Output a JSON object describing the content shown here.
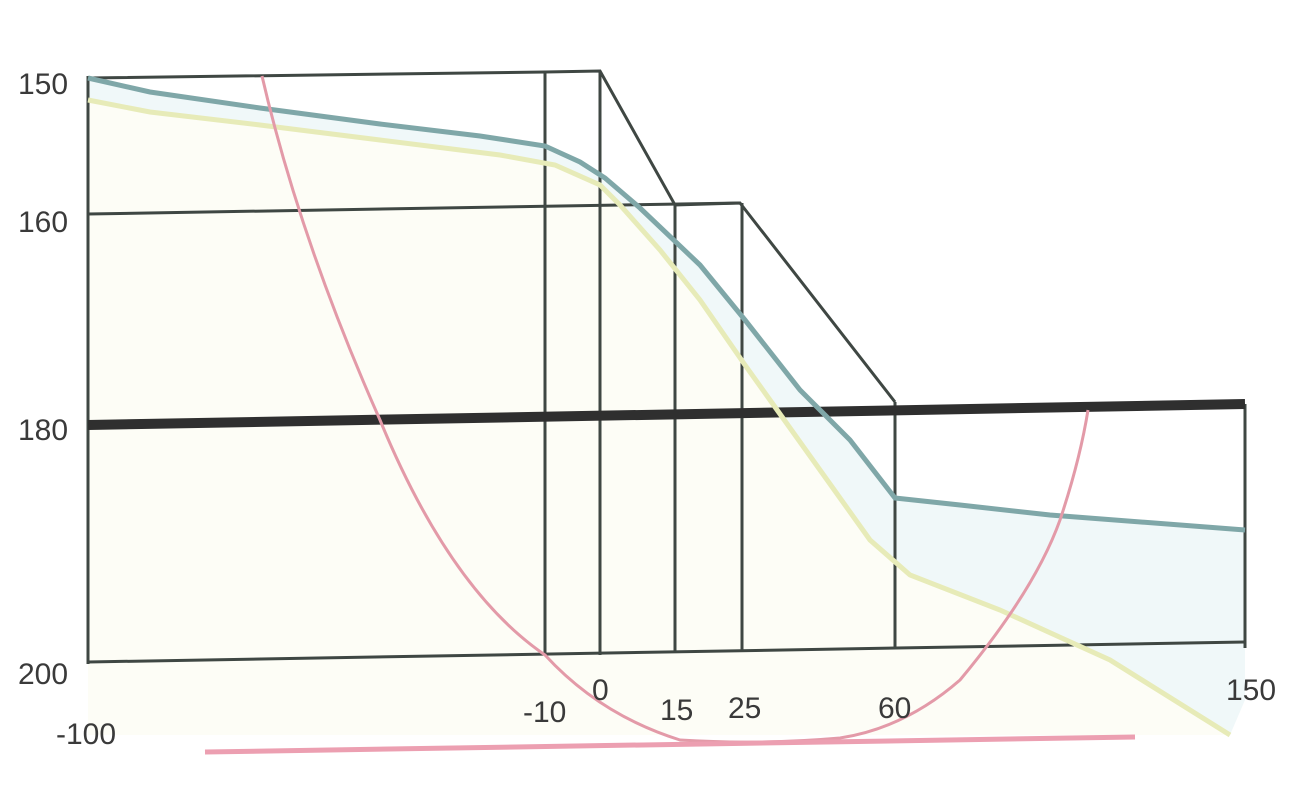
{
  "labels": {
    "y_150": "150",
    "y_160": "160",
    "y_180": "180",
    "y_200": "200",
    "x_neg100": "-100",
    "x_neg10": "-10",
    "x_0": "0",
    "x_15": "15",
    "x_25": "25",
    "x_60": "60",
    "x_150": "150"
  },
  "colors": {
    "frame": "#3f4743",
    "thick_line": "#2f2f2f",
    "blue_curve": "#7fa7a8",
    "blue_fill": "#e4f2f4",
    "yellow_curve": "#e7ebb8",
    "yellow_fill": "#fbfbea",
    "pink_curve": "#e39aa8",
    "pink_base": "#ec9fb1"
  }
}
